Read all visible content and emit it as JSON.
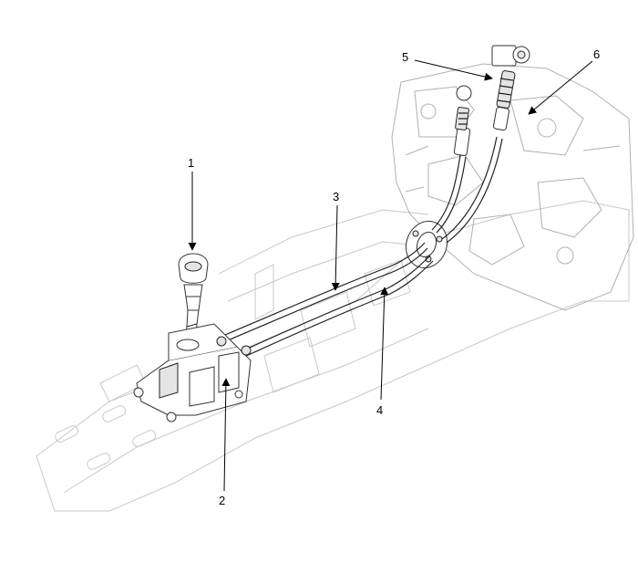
{
  "callouts": [
    {
      "id": "1",
      "label": "1"
    },
    {
      "id": "2",
      "label": "2"
    },
    {
      "id": "3",
      "label": "3"
    },
    {
      "id": "4",
      "label": "4"
    },
    {
      "id": "5",
      "label": "5"
    },
    {
      "id": "6",
      "label": "6"
    }
  ],
  "colors": {
    "line": "#222222",
    "ghost": "#c8c8c8",
    "background": "#ffffff"
  }
}
